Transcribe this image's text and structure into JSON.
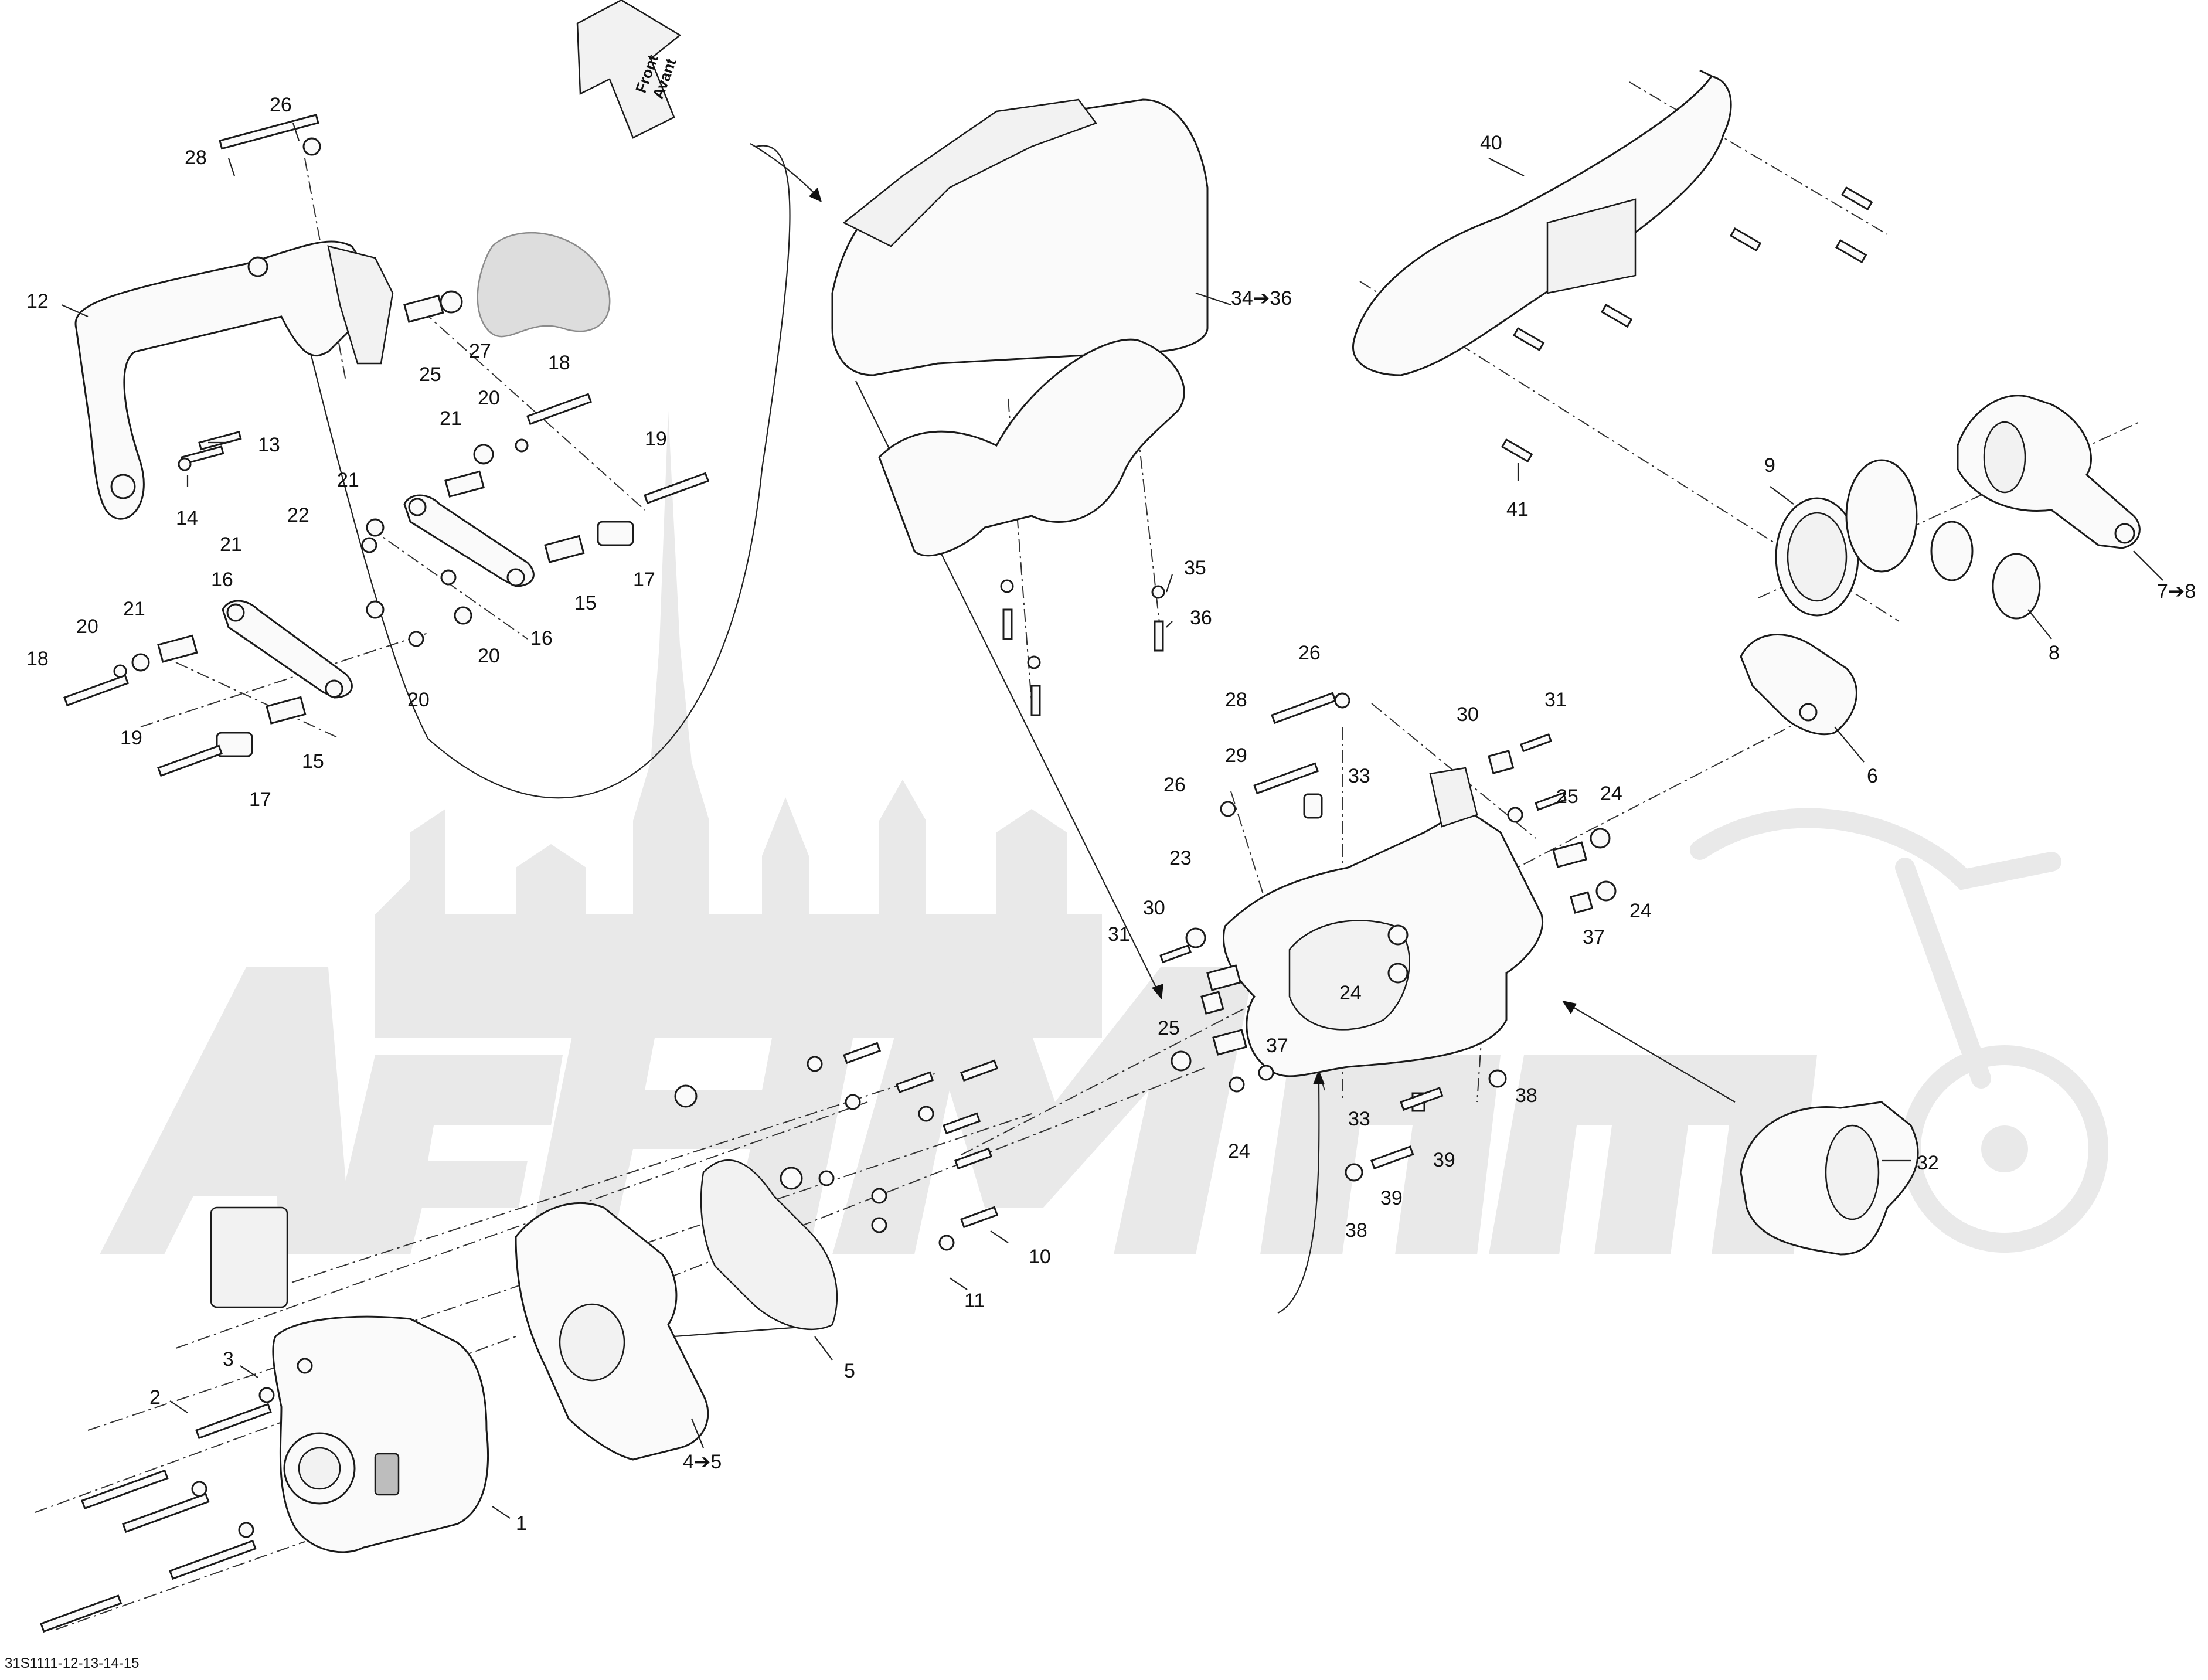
{
  "diagram": {
    "doc_ref": "31S1111-12-13-14-15",
    "front_arrow": {
      "line1": "Front",
      "line2": "Avant"
    },
    "callouts": [
      {
        "id": "c1",
        "label": "1"
      },
      {
        "id": "c2",
        "label": "2"
      },
      {
        "id": "c3",
        "label": "3"
      },
      {
        "id": "c4",
        "label": "4➔5"
      },
      {
        "id": "c5",
        "label": "5"
      },
      {
        "id": "c6",
        "label": "6"
      },
      {
        "id": "c7",
        "label": "7➔8"
      },
      {
        "id": "c8",
        "label": "8"
      },
      {
        "id": "c9",
        "label": "9"
      },
      {
        "id": "c10",
        "label": "10"
      },
      {
        "id": "c11",
        "label": "11"
      },
      {
        "id": "c12",
        "label": "12"
      },
      {
        "id": "c13",
        "label": "13"
      },
      {
        "id": "c14",
        "label": "14"
      },
      {
        "id": "c15a",
        "label": "15"
      },
      {
        "id": "c15b",
        "label": "15"
      },
      {
        "id": "c16a",
        "label": "16"
      },
      {
        "id": "c16b",
        "label": "16"
      },
      {
        "id": "c17a",
        "label": "17"
      },
      {
        "id": "c17b",
        "label": "17"
      },
      {
        "id": "c18a",
        "label": "18"
      },
      {
        "id": "c18b",
        "label": "18"
      },
      {
        "id": "c19a",
        "label": "19"
      },
      {
        "id": "c19b",
        "label": "19"
      },
      {
        "id": "c20a",
        "label": "20"
      },
      {
        "id": "c20b",
        "label": "20"
      },
      {
        "id": "c20c",
        "label": "20"
      },
      {
        "id": "c20d",
        "label": "20"
      },
      {
        "id": "c21a",
        "label": "21"
      },
      {
        "id": "c21b",
        "label": "21"
      },
      {
        "id": "c21c",
        "label": "21"
      },
      {
        "id": "c21d",
        "label": "21"
      },
      {
        "id": "c22",
        "label": "22"
      },
      {
        "id": "c23",
        "label": "23"
      },
      {
        "id": "c24a",
        "label": "24"
      },
      {
        "id": "c24b",
        "label": "24"
      },
      {
        "id": "c24c",
        "label": "24"
      },
      {
        "id": "c24d",
        "label": "24"
      },
      {
        "id": "c25a",
        "label": "25"
      },
      {
        "id": "c25b",
        "label": "25"
      },
      {
        "id": "c25c",
        "label": "25"
      },
      {
        "id": "c26a",
        "label": "26"
      },
      {
        "id": "c26b",
        "label": "26"
      },
      {
        "id": "c26c",
        "label": "26"
      },
      {
        "id": "c27",
        "label": "27"
      },
      {
        "id": "c28a",
        "label": "28"
      },
      {
        "id": "c28b",
        "label": "28"
      },
      {
        "id": "c29",
        "label": "29"
      },
      {
        "id": "c30a",
        "label": "30"
      },
      {
        "id": "c30b",
        "label": "30"
      },
      {
        "id": "c31a",
        "label": "31"
      },
      {
        "id": "c31b",
        "label": "31"
      },
      {
        "id": "c32",
        "label": "32"
      },
      {
        "id": "c33a",
        "label": "33"
      },
      {
        "id": "c33b",
        "label": "33"
      },
      {
        "id": "c34",
        "label": "34➔36"
      },
      {
        "id": "c35",
        "label": "35"
      },
      {
        "id": "c36",
        "label": "36"
      },
      {
        "id": "c37a",
        "label": "37"
      },
      {
        "id": "c37b",
        "label": "37"
      },
      {
        "id": "c38a",
        "label": "38"
      },
      {
        "id": "c38b",
        "label": "38"
      },
      {
        "id": "c39a",
        "label": "39"
      },
      {
        "id": "c39b",
        "label": "39"
      },
      {
        "id": "c40",
        "label": "40"
      },
      {
        "id": "c41",
        "label": "41"
      }
    ]
  },
  "colors": {
    "line": "#1a1a1a",
    "watermark": "#e9e9e9",
    "background": "#ffffff"
  }
}
